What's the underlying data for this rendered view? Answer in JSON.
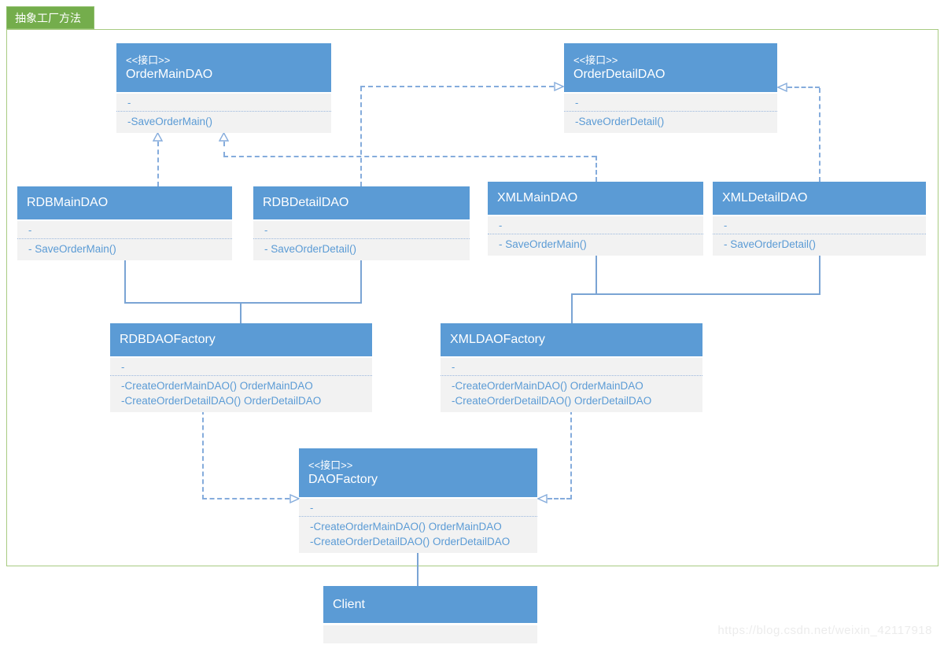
{
  "title_tab": "抽象工厂方法",
  "watermark": "https://blog.csdn.net/weixin_42117918",
  "colors": {
    "header_blue": "#5b9bd5",
    "body_gray": "#f2f2f2",
    "method_text_blue": "#5b9bd5",
    "tab_green": "#74ad4c",
    "frame_border_green": "#a8cb82",
    "solid_connector": "#7aa4d4",
    "dashed_connector": "#85acdc"
  },
  "icons": {
    "realization_arrow": "hollow-triangle"
  },
  "classes": {
    "order_main_dao": {
      "stereotype": "<<接口>>",
      "name": "OrderMainDAO",
      "attribute": "-",
      "methods": [
        "-SaveOrderMain()"
      ]
    },
    "order_detail_dao": {
      "stereotype": "<<接口>>",
      "name": "OrderDetailDAO",
      "attribute": "-",
      "methods": [
        "-SaveOrderDetail()"
      ]
    },
    "rdb_main_dao": {
      "name": "RDBMainDAO",
      "attribute": "-",
      "methods": [
        "- SaveOrderMain()"
      ]
    },
    "rdb_detail_dao": {
      "name": "RDBDetailDAO",
      "attribute": "-",
      "methods": [
        "- SaveOrderDetail()"
      ]
    },
    "xml_main_dao": {
      "name": "XMLMainDAO",
      "attribute": "-",
      "methods": [
        "- SaveOrderMain()"
      ]
    },
    "xml_detail_dao": {
      "name": "XMLDetailDAO",
      "attribute": "-",
      "methods": [
        "- SaveOrderDetail()"
      ]
    },
    "rdb_dao_factory": {
      "name": "RDBDAOFactory",
      "attribute": "-",
      "methods": [
        "-CreateOrderMainDAO() OrderMainDAO",
        "-CreateOrderDetailDAO() OrderDetailDAO"
      ]
    },
    "xml_dao_factory": {
      "name": "XMLDAOFactory",
      "attribute": "-",
      "methods": [
        "-CreateOrderMainDAO() OrderMainDAO",
        "-CreateOrderDetailDAO() OrderDetailDAO"
      ]
    },
    "dao_factory": {
      "stereotype": "<<接口>>",
      "name": "DAOFactory",
      "attribute": "-",
      "methods": [
        "-CreateOrderMainDAO() OrderMainDAO",
        "-CreateOrderDetailDAO() OrderDetailDAO"
      ]
    },
    "client": {
      "name": "Client"
    }
  }
}
